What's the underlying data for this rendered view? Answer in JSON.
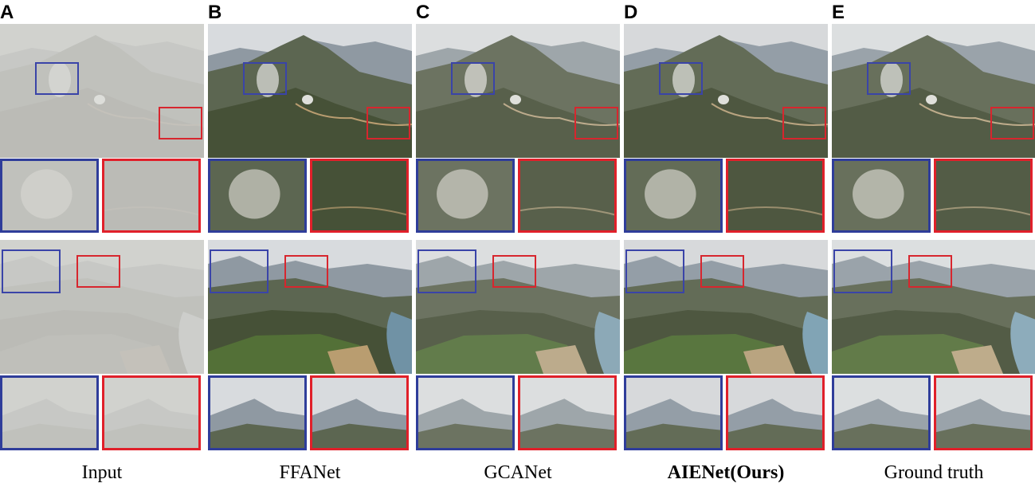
{
  "figure": {
    "columns": [
      {
        "letter": "A",
        "caption": "Input",
        "bold": false,
        "style": "input"
      },
      {
        "letter": "B",
        "caption": "FFANet",
        "bold": false,
        "style": "ffa"
      },
      {
        "letter": "C",
        "caption": "GCANet",
        "bold": false,
        "style": "gca"
      },
      {
        "letter": "D",
        "caption": "AIENet(Ours)",
        "bold": true,
        "style": "ours"
      },
      {
        "letter": "E",
        "caption": "Ground truth",
        "bold": false,
        "style": "gt"
      }
    ],
    "colors": {
      "roi_blue": "#3a44a8",
      "roi_red": "#d7262e",
      "zoom_blue_border": "#2f3d9a",
      "zoom_red_border": "#e0202a"
    }
  }
}
